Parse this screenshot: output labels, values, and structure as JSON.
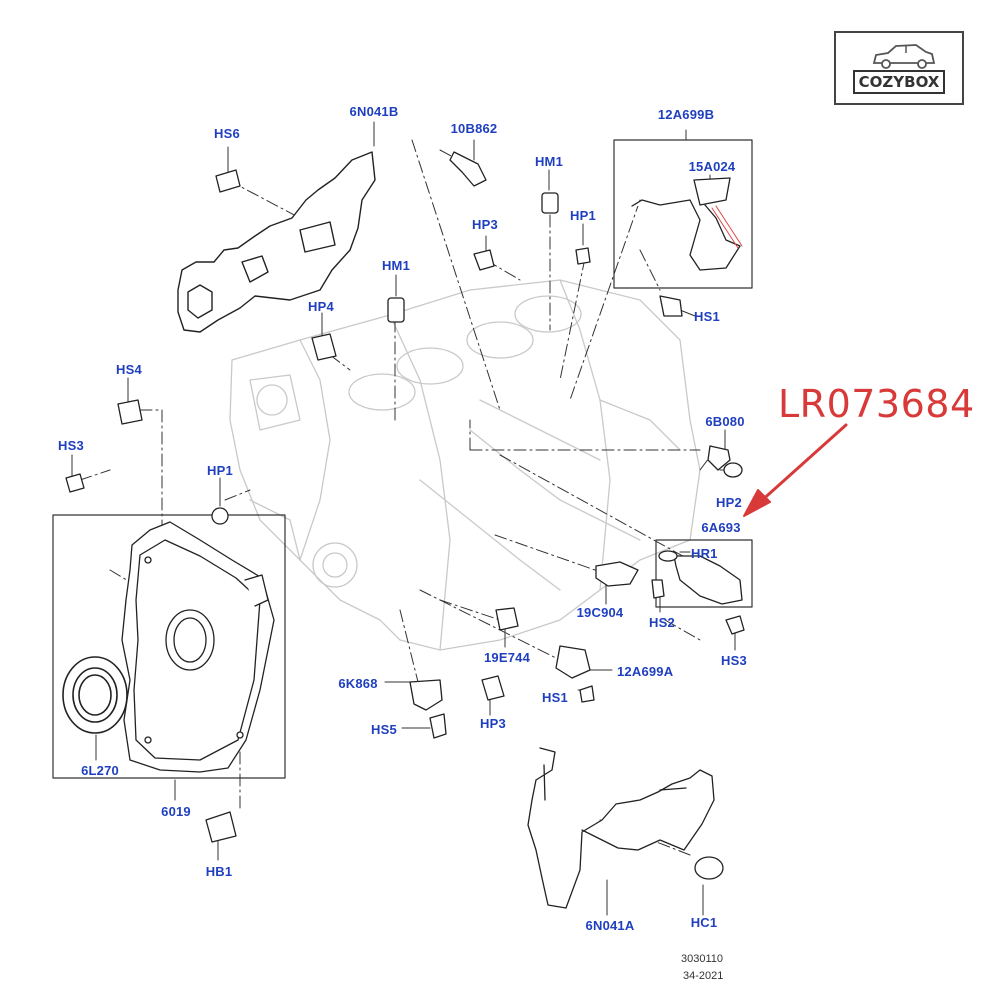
{
  "labels": {
    "l_6N041B": "6N041B",
    "l_10B862": "10B862",
    "l_HS6": "HS6",
    "l_HM1a": "HM1",
    "l_12A699B": "12A699B",
    "l_15A024": "15A024",
    "l_HP1a": "HP1",
    "l_HP3a": "HP3",
    "l_HM1b": "HM1",
    "l_HS1a": "HS1",
    "l_HP4": "HP4",
    "l_HS4": "HS4",
    "l_HS3a": "HS3",
    "l_HP1b": "HP1",
    "l_6B080": "6B080",
    "l_HP2": "HP2",
    "l_6A693": "6A693",
    "l_HR1": "HR1",
    "l_19C904": "19C904",
    "l_HS2": "HS2",
    "l_HS3b": "HS3",
    "l_19E744": "19E744",
    "l_12A699A": "12A699A",
    "l_6K868": "6K868",
    "l_HS1b": "HS1",
    "l_HS5": "HS5",
    "l_HP3b": "HP3",
    "l_6L270": "6L270",
    "l_6019": "6019",
    "l_HB1": "HB1",
    "l_6N041A": "6N041A",
    "l_HC1": "HC1"
  },
  "part_number": "LR073684",
  "logo": {
    "text": "COZYBOX"
  },
  "footer": {
    "line1": "3030110",
    "line2": "34-2021"
  },
  "colors": {
    "label": "#1f3fbf",
    "part_number": "#d83a3a",
    "line": "#222222",
    "ghost": "#c9c9c9"
  },
  "icons": [
    "car-icon",
    "bolt-icon",
    "arrow-icon"
  ]
}
